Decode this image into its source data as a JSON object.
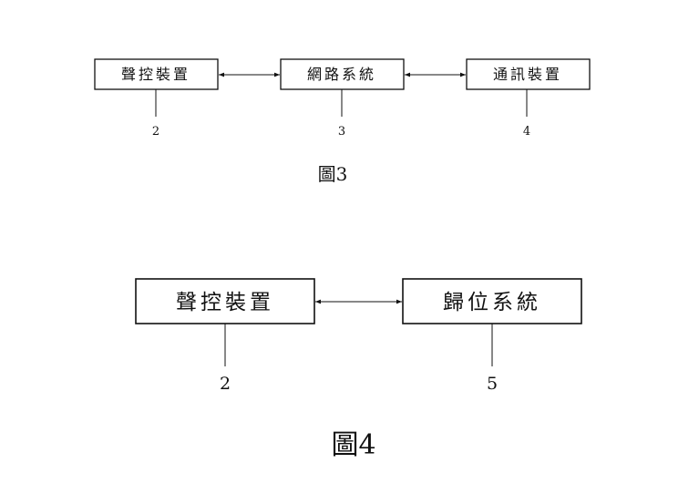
{
  "figure3": {
    "box_voice": "聲控裝置",
    "box_network": "網路系統",
    "box_comm": "通訊裝置",
    "ref_voice": "2",
    "ref_network": "3",
    "ref_comm": "4",
    "caption": "圖3"
  },
  "figure4": {
    "box_voice": "聲控裝置",
    "box_homing": "歸位系統",
    "ref_voice": "2",
    "ref_homing": "5",
    "caption": "圖4"
  }
}
